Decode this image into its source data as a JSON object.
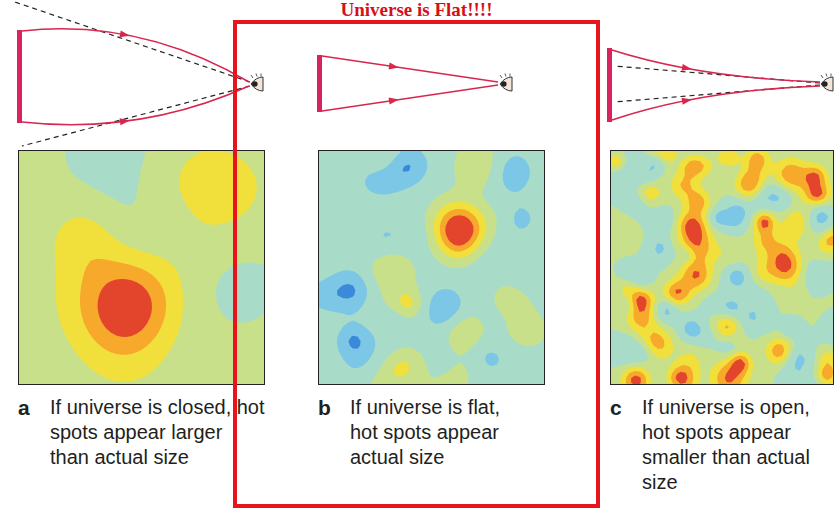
{
  "diagram": {
    "nodes": [
      {
        "text": [
          "Universe is Flat!!!!",
          "b",
          "If universe is flat, hot spots appear actual size"
        ]
      }
    ],
    "labels": [
      "a",
      "If universe is closed, hot spots appear larger than actual size",
      "c",
      "If universe is open, hot spots appear smaller than actual size"
    ]
  }
}
